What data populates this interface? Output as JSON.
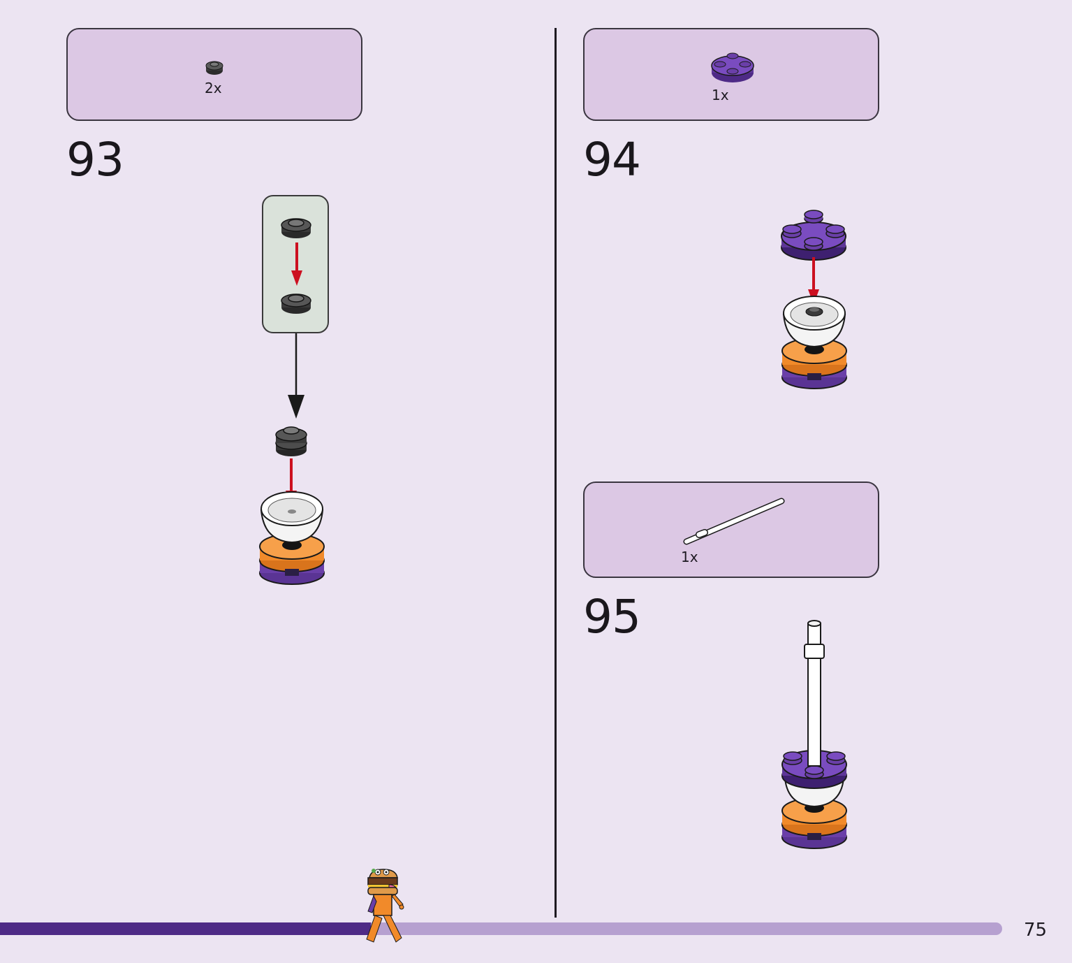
{
  "steps": [
    {
      "number": "93",
      "parts": [
        {
          "quantity": "2x",
          "part": "dark-gray-round-plate-icon"
        }
      ]
    },
    {
      "number": "94",
      "parts": [
        {
          "quantity": "1x",
          "part": "purple-round-plate-2x2-icon"
        }
      ]
    },
    {
      "number": "95",
      "parts": [
        {
          "quantity": "1x",
          "part": "white-bar-icon"
        }
      ]
    }
  ],
  "footer": {
    "page_number": "75",
    "progress": 0.37
  },
  "colors": {
    "page_background": "#ece4f2",
    "parts_box": "#dcc8e4",
    "subassembly_box": "#dae2da",
    "progress_done": "#4e2a86",
    "progress_remaining": "#b6a0d0",
    "brick_purple": "#6a3fa8",
    "brick_orange": "#f18a2a",
    "arrow_red": "#cc1020"
  }
}
